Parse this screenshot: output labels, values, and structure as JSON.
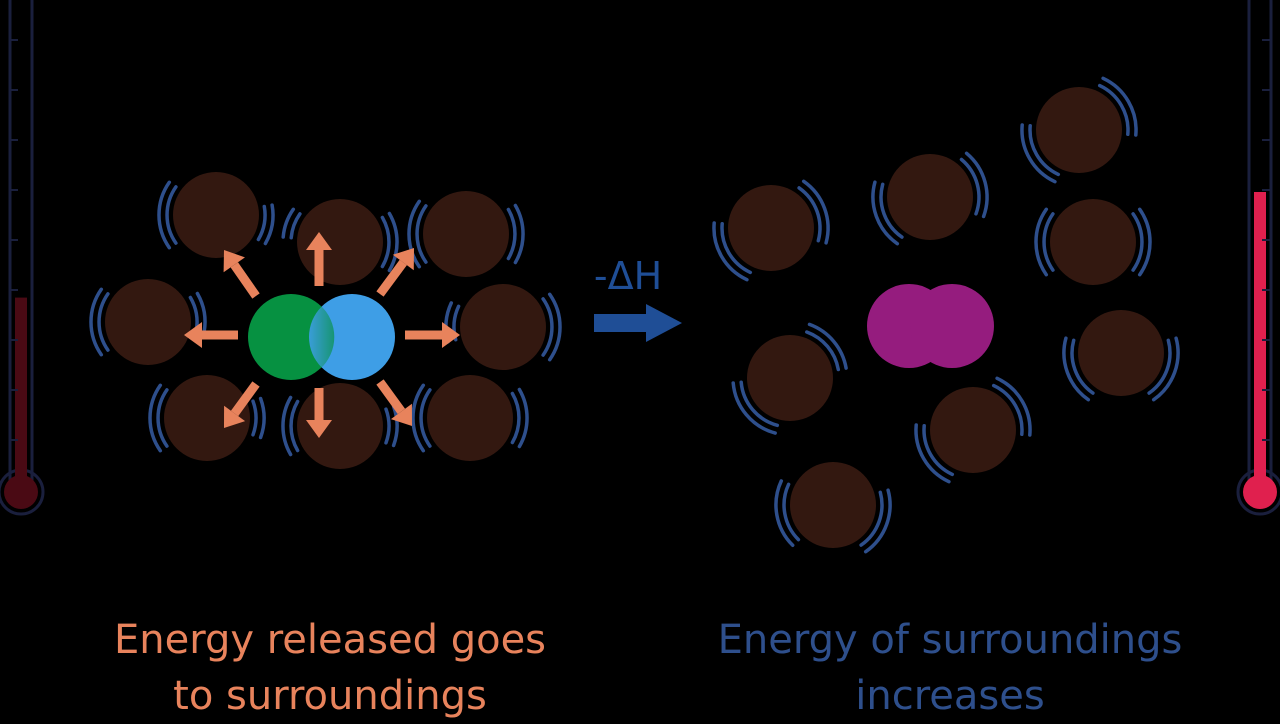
{
  "colors": {
    "background": "#000000",
    "particle": "#331810",
    "vibration": "#2e4f8c",
    "arrow": "#e8835c",
    "reactant_a": "#069141",
    "reactant_b": "#3e9ee6",
    "product": "#951c7e",
    "thermo_tube": "#1a1f3d",
    "thermo_low_fill": "#4a0a14",
    "thermo_high_fill": "#e0204e",
    "left_caption": "#e8835c",
    "right_caption": "#2e4f8c",
    "delta_h": "#1f4e96"
  },
  "icons": {
    "thermometer_left": "thermometer-icon",
    "thermometer_right": "thermometer-icon",
    "reaction_arrow": "arrow-right-icon"
  },
  "thermometer_left_level": 0.38,
  "thermometer_right_level": 0.6,
  "reaction": {
    "delta_h": "-ΔH"
  },
  "captions": {
    "left": [
      "Energy released goes",
      "to surroundings"
    ],
    "right": [
      "Energy of surroundings",
      "increases"
    ]
  }
}
